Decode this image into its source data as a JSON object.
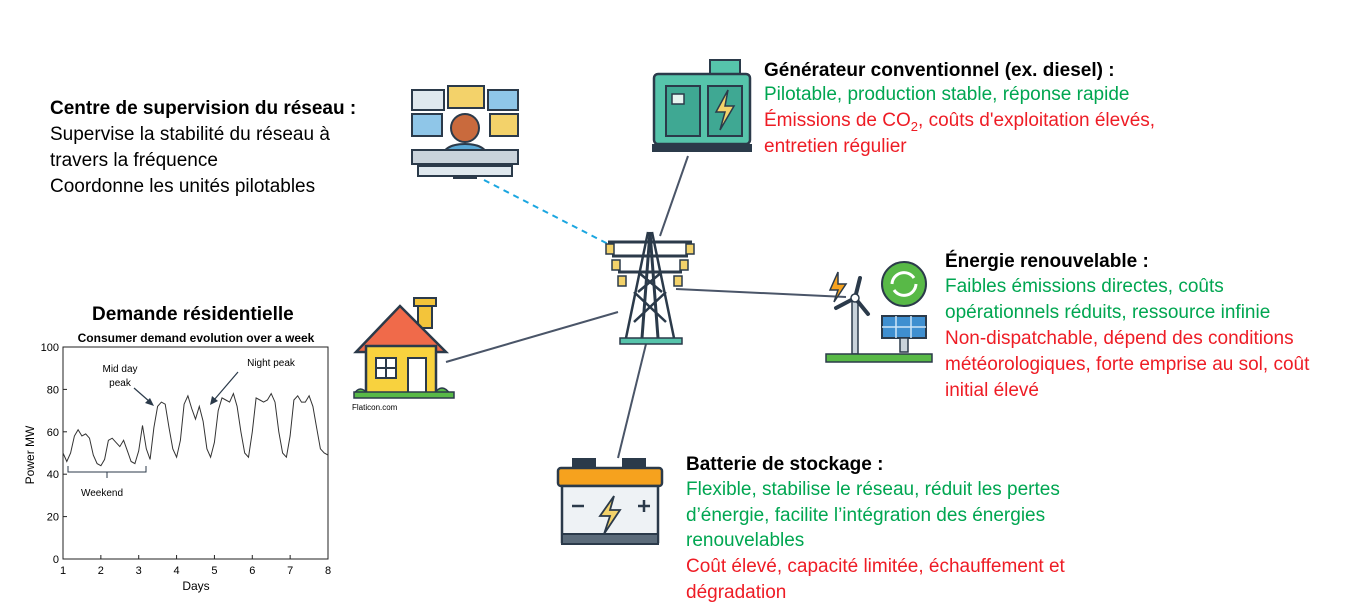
{
  "colors": {
    "positive": "#00a651",
    "negative": "#ee1c25",
    "link": "#4a5568",
    "dashed_link": "#1aa6e0"
  },
  "nodes": {
    "supervision": {
      "icon": "control-room-operator-icon",
      "title": "Centre de supervision du réseau :",
      "lines": [
        "Supervise la stabilité du réseau à",
        "travers la fréquence",
        "Coordonne les unités pilotables"
      ]
    },
    "generator": {
      "icon": "diesel-generator-icon",
      "title": "Générateur conventionnel (ex. diesel) :",
      "advantages": [
        "Pilotable, production stable, réponse rapide"
      ],
      "drawbacks_pre": "Émissions de CO",
      "drawbacks_sub": "2",
      "drawbacks_post": ", coûts d'exploitation élevés,",
      "drawbacks": [
        "entretien régulier"
      ]
    },
    "renewable": {
      "icon": "wind-solar-icon",
      "title": "Énergie renouvelable :",
      "advantages": [
        "Faibles émissions directes, coûts",
        "opérationnels réduits, ressource infinie"
      ],
      "drawbacks": [
        "Non-dispatchable, dépend des conditions",
        "météorologiques, forte emprise au sol, coût",
        "initial élevé"
      ]
    },
    "battery": {
      "icon": "battery-icon",
      "title": "Batterie de stockage :",
      "advantages": [
        "Flexible, stabilise le réseau, réduit les pertes",
        "d’énergie, facilite l’intégration des énergies",
        "renouvelables"
      ],
      "drawbacks": [
        "Coût élevé, capacité limitée, échauffement et",
        "dégradation"
      ]
    },
    "residential": {
      "icon": "house-icon",
      "title": "Demande résidentielle",
      "credit": "Flaticon.com"
    },
    "grid": {
      "icon": "transmission-tower-icon"
    }
  },
  "chart_data": {
    "type": "line",
    "title": "Consumer demand evolution over a week",
    "xlabel": "Days",
    "ylabel": "Power MW",
    "xlim": [
      1,
      8
    ],
    "ylim": [
      0,
      100
    ],
    "xticks": [
      1,
      2,
      3,
      4,
      5,
      6,
      7,
      8
    ],
    "yticks": [
      0,
      20,
      40,
      60,
      80,
      100
    ],
    "grid": false,
    "annotations": [
      {
        "text": "Mid day",
        "text2": "peak",
        "x": 3.6,
        "y": 74
      },
      {
        "text": "Night peak",
        "x": 4.8,
        "y": 70
      },
      {
        "text": "Weekend",
        "x_start": 1.1,
        "x_end": 3.2,
        "y": 42
      }
    ],
    "series": [
      {
        "x": [
          1.0,
          1.1,
          1.2,
          1.3,
          1.4,
          1.5,
          1.6,
          1.7,
          1.8,
          1.9,
          2.0,
          2.1,
          2.2,
          2.3,
          2.4,
          2.5,
          2.6,
          2.7,
          2.8,
          2.9,
          3.0,
          3.1,
          3.2,
          3.3,
          3.4,
          3.5,
          3.6,
          3.7,
          3.8,
          3.9,
          4.0,
          4.1,
          4.2,
          4.3,
          4.4,
          4.5,
          4.6,
          4.7,
          4.8,
          4.9,
          5.0,
          5.1,
          5.2,
          5.3,
          5.4,
          5.5,
          5.6,
          5.7,
          5.8,
          5.9,
          6.0,
          6.1,
          6.2,
          6.3,
          6.4,
          6.5,
          6.6,
          6.7,
          6.8,
          6.9,
          7.0,
          7.1,
          7.2,
          7.3,
          7.4,
          7.5,
          7.6,
          7.7,
          7.8,
          7.9,
          8.0
        ],
        "y": [
          50,
          46,
          50,
          58,
          61,
          58,
          59,
          57,
          49,
          45,
          44,
          47,
          56,
          57,
          55,
          53,
          56,
          51,
          46,
          45,
          51,
          63,
          52,
          47,
          62,
          72,
          74,
          73,
          62,
          52,
          48,
          56,
          73,
          77,
          71,
          66,
          72,
          65,
          52,
          48,
          55,
          70,
          76,
          75,
          74,
          78,
          72,
          60,
          50,
          48,
          60,
          76,
          75,
          74,
          75,
          78,
          74,
          60,
          50,
          48,
          58,
          75,
          77,
          74,
          74,
          77,
          72,
          62,
          52,
          50,
          49
        ]
      }
    ]
  }
}
